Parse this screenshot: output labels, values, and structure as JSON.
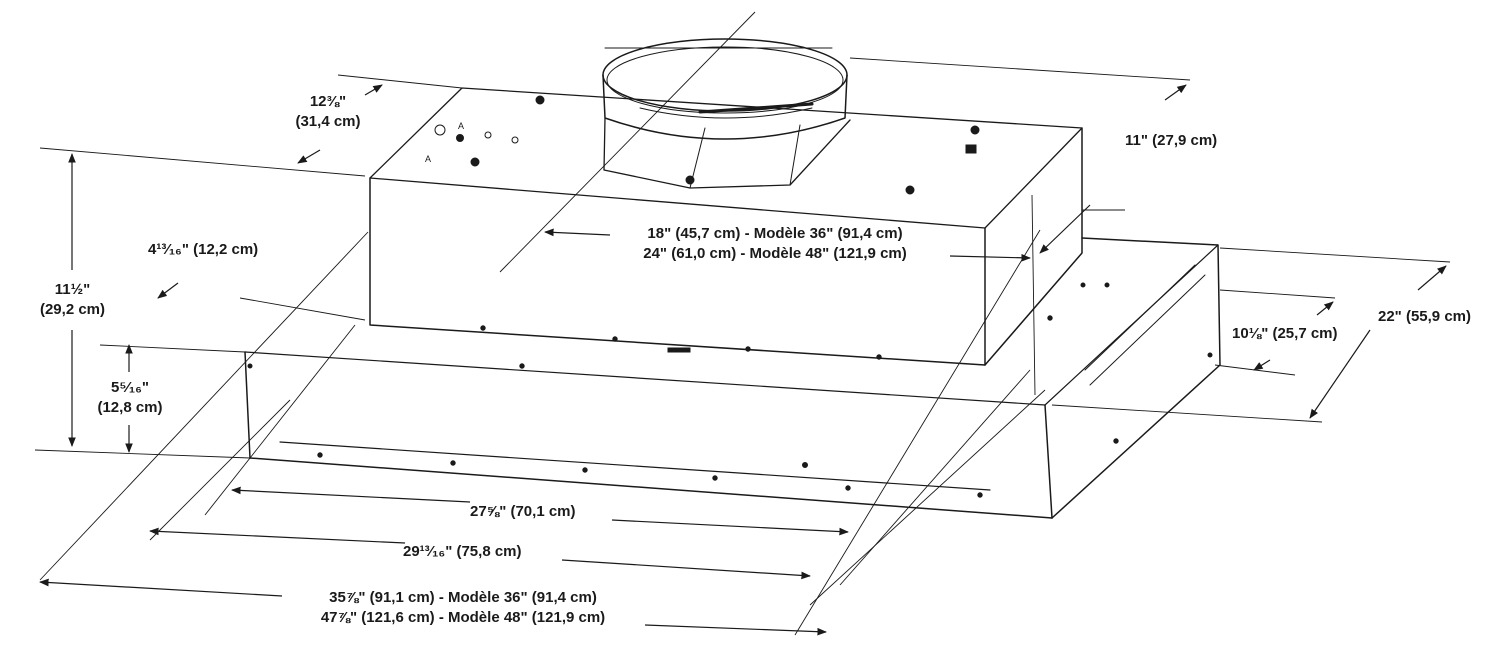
{
  "dimensions": {
    "top_depth": [
      "12⅜\"",
      "(31,4 cm)"
    ],
    "right_top_depth": "11\" (27,9 cm)",
    "blower_width": [
      "18\" (45,7 cm) - Modèle 36\" (91,4 cm)",
      "24\" (61,0 cm) - Modèle 48\" (121,9 cm)"
    ],
    "front_setback": "4¹³⁄₁₆\" (12,2 cm)",
    "overall_height": [
      "11½\"",
      "(29,2 cm)"
    ],
    "lower_height": [
      "5⁵⁄₁₆\"",
      "(12,8 cm)"
    ],
    "right_depth_inner": "10⅛\" (25,7 cm)",
    "overall_depth": "22\" (55,9 cm)",
    "width_inner": "27⅝\" (70,1 cm)",
    "width_middle": "29¹³⁄₁₆\" (75,8 cm)",
    "overall_width": [
      "35⅞\" (91,1 cm) - Modèle 36\" (91,4 cm)",
      "47⅞\" (121,6 cm) - Modèle 48\" (121,9 cm)"
    ]
  },
  "markings": {
    "terminal_a": "A"
  },
  "colors": {
    "ink": "#1a1a1a",
    "background": "#ffffff"
  }
}
